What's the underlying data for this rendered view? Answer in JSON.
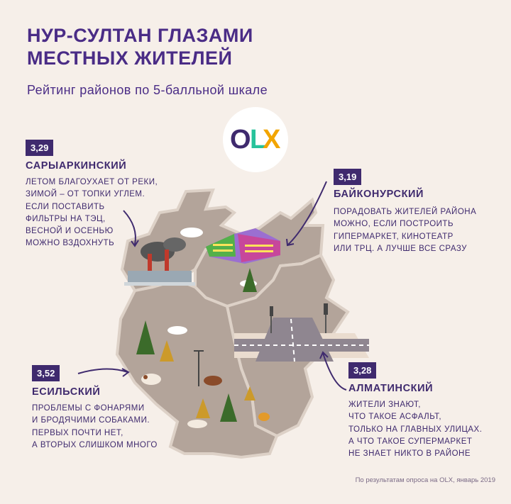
{
  "header": {
    "title": "НУР-СУЛТАН ГЛАЗАМИ МЕСТНЫХ ЖИТЕЛЕЙ",
    "subtitle": "Рейтинг районов по 5-балльной шкале"
  },
  "logo": {
    "o": "O",
    "l": "L",
    "x": "X"
  },
  "districts": [
    {
      "name": "САРЫАРКИНСКИЙ",
      "rating": "3,29",
      "text": "ЛЕТОМ БЛАГОУХАЕТ ОТ РЕКИ,\nЗИМОЙ – ОТ ТОПКИ УГЛЕМ.\nЕСЛИ ПОСТАВИТЬ\nФИЛЬТРЫ НА ТЭЦ,\nВЕСНОЙ И ОСЕНЬЮ\nМОЖНО ВЗДОХНУТЬ"
    },
    {
      "name": "БАЙКОНУРСКИЙ",
      "rating": "3,19",
      "text": "ПОРАДОВАТЬ ЖИТЕЛЕЙ РАЙОНА\nМОЖНО, ЕСЛИ ПОСТРОИТЬ\nГИПЕРМАРКЕТ, КИНОТЕАТР\nИЛИ ТРЦ. А ЛУЧШЕ ВСЕ СРАЗУ"
    },
    {
      "name": "ЕСИЛЬСКИЙ",
      "rating": "3,52",
      "text": "ПРОБЛЕМЫ С ФОНАРЯМИ\nИ БРОДЯЧИМИ СОБАКАМИ.\nПЕРВЫХ ПОЧТИ НЕТ,\nА ВТОРЫХ СЛИШКОМ МНОГО"
    },
    {
      "name": "АЛМАТИНСКИЙ",
      "rating": "3,28",
      "text": "ЖИТЕЛИ ЗНАЮТ,\nЧТО ТАКОЕ АСФАЛЬТ,\nТОЛЬКО НА ГЛАВНЫХ УЛИЦАХ.\nА ЧТО ТАКОЕ СУПЕРМАРКЕТ\nНЕ ЗНАЕТ НИКТО В РАЙОНЕ"
    }
  ],
  "footer": "По результатам опроса на OLX, январь 2019",
  "colors": {
    "purple": "#3f2a6e",
    "map": "#b3a49a",
    "mapEdge": "#d9cdc3",
    "tree": "#3b6b2a",
    "tree2": "#cc9a2a"
  }
}
